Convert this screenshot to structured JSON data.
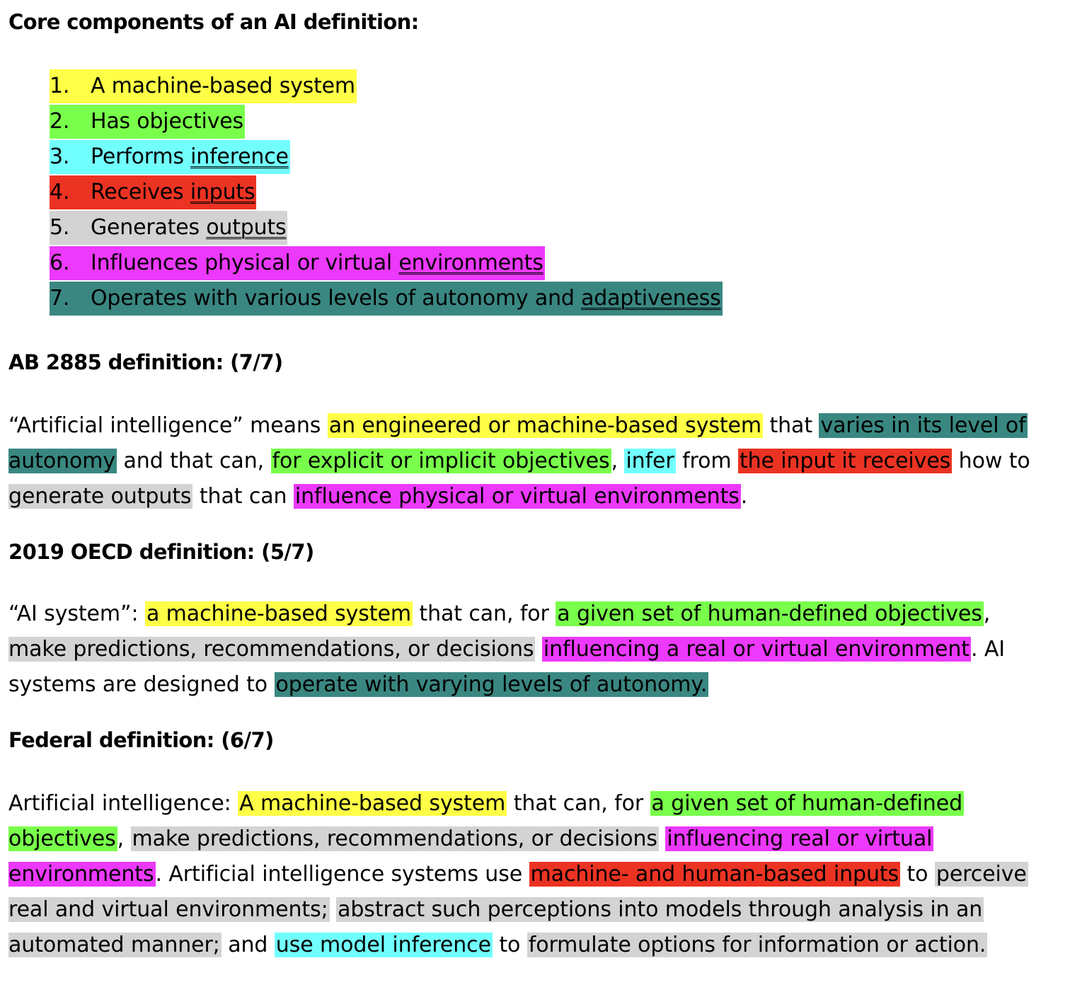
{
  "core": {
    "heading": "Core components of an AI definition:",
    "items": [
      {
        "num": "1.",
        "pre": "A machine-based system",
        "under": "",
        "color": "#ffff47"
      },
      {
        "num": "2.",
        "pre": "Has objectives",
        "under": "",
        "color": "#79ff4b"
      },
      {
        "num": "3.",
        "pre": "Performs ",
        "under": "inference",
        "color": "#71fffe"
      },
      {
        "num": "4.",
        "pre": "Receives ",
        "under": "inputs",
        "color": "#ec3323"
      },
      {
        "num": "5.",
        "pre": "Generates ",
        "under": "outputs",
        "color": "#d3d3d3"
      },
      {
        "num": "6.",
        "pre": "Influences physical or virtual ",
        "under": "environments",
        "color": "#ec39fc"
      },
      {
        "num": "7.",
        "pre": "Operates with various levels of autonomy and ",
        "under": "adaptiveness",
        "color": "#3a8781"
      }
    ]
  },
  "ab2885": {
    "heading": "AB 2885 definition: (7/7)",
    "l1": {
      "a": "“Artificial intelligence” means ",
      "b": "an engineered or machine-based system",
      "c": " that ",
      "d": "varies in its level of"
    },
    "l2": {
      "a": "autonomy",
      "b": " and that can, ",
      "c": "for explicit or implicit objectives",
      "d": ", ",
      "e": "infer",
      "f": " from ",
      "g": "the input it receives",
      "h": " how to"
    },
    "l3": {
      "a": "generate outputs",
      "b": " that can ",
      "c": "influence physical or virtual environments",
      "d": "."
    }
  },
  "oecd": {
    "heading": "2019 OECD definition: (5/7)",
    "l1": {
      "a": "“AI system”: ",
      "b": "a machine-based system",
      "c": " that can, for ",
      "d": "a given set of human-defined objectives",
      "e": ","
    },
    "l2": {
      "a": "make predictions, recommendations, or decisions",
      "b": " ",
      "c": "influencing a real or virtual environment",
      "d": ". AI"
    },
    "l3": {
      "a": "systems are designed to ",
      "b": "operate with varying levels of autonomy."
    }
  },
  "federal": {
    "heading": "Federal definition: (6/7)",
    "l1": {
      "a": "Artificial intelligence: ",
      "b": "A machine-based system",
      "c": " that can, for ",
      "d": "a given set of human-defined"
    },
    "l2": {
      "a": "objectives",
      "b": ", ",
      "c": "make predictions, recommendations, or decisions",
      "d": " ",
      "e": "influencing real or virtual"
    },
    "l3": {
      "a": "environments",
      "b": ". Artificial intelligence systems use ",
      "c": "machine- and human-based inputs",
      "d": " to ",
      "e": "perceive"
    },
    "l4": {
      "a": "real and virtual environments;",
      "b": " ",
      "c": "abstract such perceptions into models through analysis in an"
    },
    "l5": {
      "a": "automated manner;",
      "b": " and ",
      "c": "use model inference",
      "d": " to ",
      "e": "formulate options for information or action."
    }
  },
  "colors": {
    "yellow": "#ffff47",
    "green": "#79ff4b",
    "cyan": "#71fffe",
    "red": "#ec3323",
    "silver": "#d3d3d3",
    "magenta": "#ec39fc",
    "teal": "#3a8781"
  }
}
